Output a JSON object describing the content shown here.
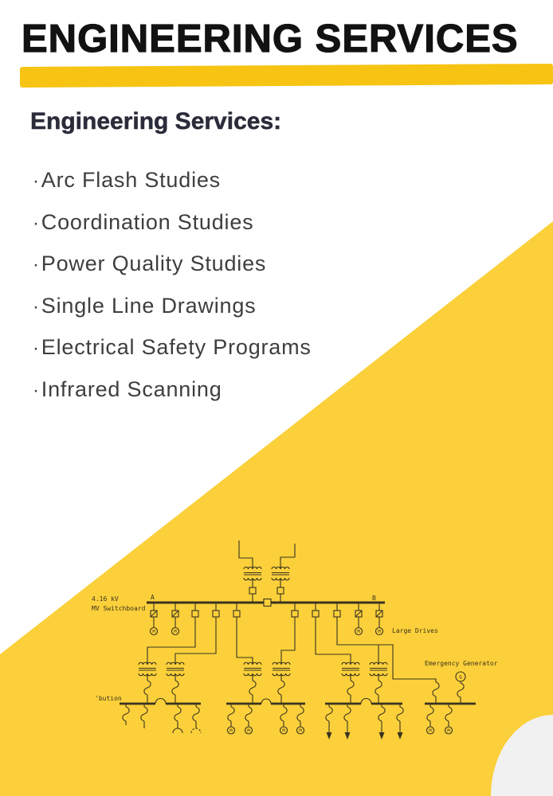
{
  "page": {
    "title": "ENGINEERING SERVICES",
    "heading": "Engineering Services:"
  },
  "services": {
    "bullet": "·",
    "items": [
      "Arc Flash Studies",
      "Coordination Studies",
      "Power Quality Studies",
      "Single Line Drawings",
      "Electrical Safety Programs",
      "Infrared Scanning"
    ]
  },
  "diagram": {
    "voltage_label": "4.16 kV",
    "switchboard_label": "MV Switchboard",
    "bus_a_label": "A",
    "bus_b_label": "B",
    "large_drives_label": "Large Drives",
    "emergency_generator_label": "Emergency Generator",
    "distribution_label": "'bution",
    "motor_label": "M",
    "generator_label": "G"
  },
  "colors": {
    "body_yellow": "#FBD03A",
    "bar_yellow": "#F7C413",
    "diagram_ink": "#3A3320",
    "title_ink": "#121212",
    "heading_ink": "#2B2C3A",
    "corner_blob": "#F1F1F1"
  }
}
